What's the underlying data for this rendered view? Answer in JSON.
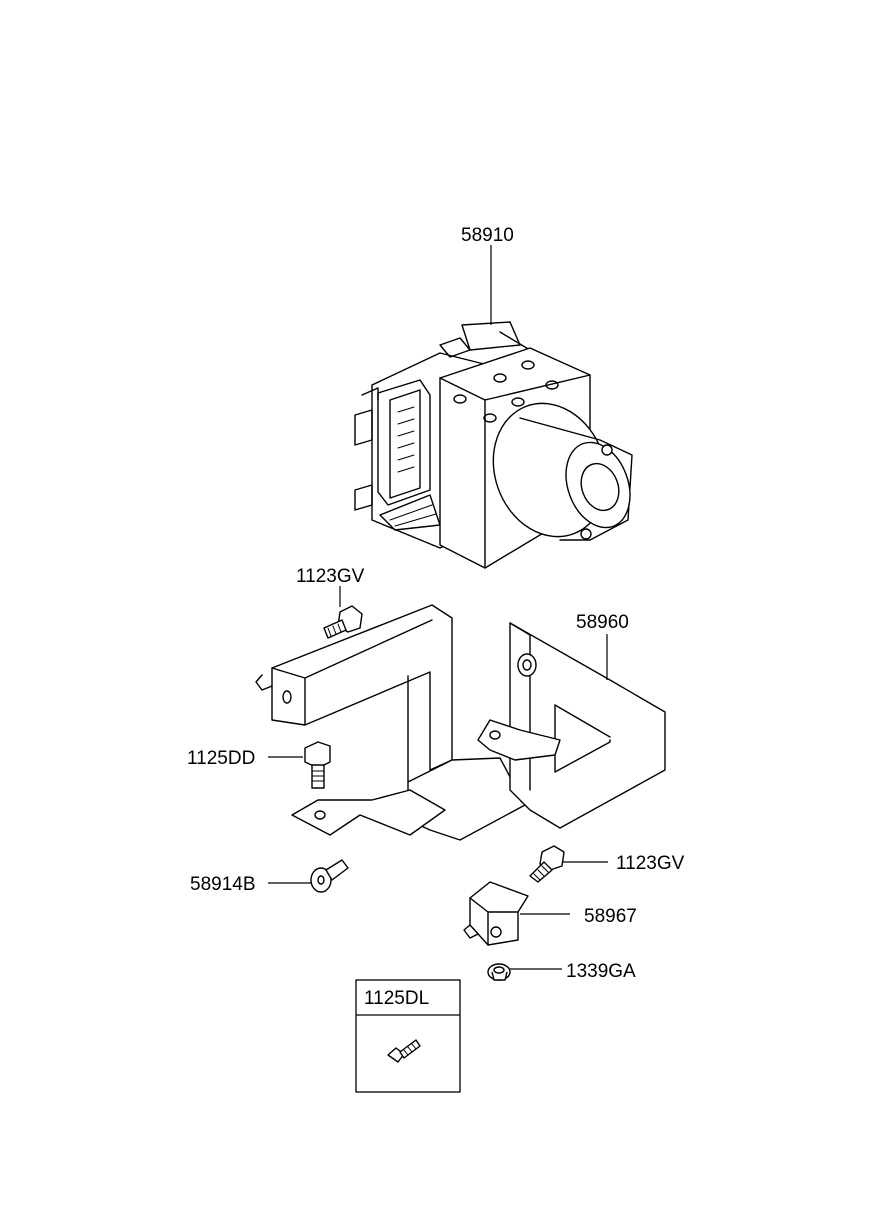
{
  "parts": [
    {
      "id": "abs-module",
      "number": "58910"
    },
    {
      "id": "bracket-bolt-top",
      "number": "1123GV"
    },
    {
      "id": "module-bracket",
      "number": "58960"
    },
    {
      "id": "bracket-bolt-left",
      "number": "1125DD"
    },
    {
      "id": "mount-bolt",
      "number": "58914B"
    },
    {
      "id": "bracket-bolt-right",
      "number": "1123GV"
    },
    {
      "id": "small-bracket",
      "number": "58967"
    },
    {
      "id": "nut",
      "number": "1339GA"
    },
    {
      "id": "inset-screw",
      "number": "1125DL"
    }
  ],
  "colors": {
    "line": "#000000",
    "background": "#ffffff"
  }
}
